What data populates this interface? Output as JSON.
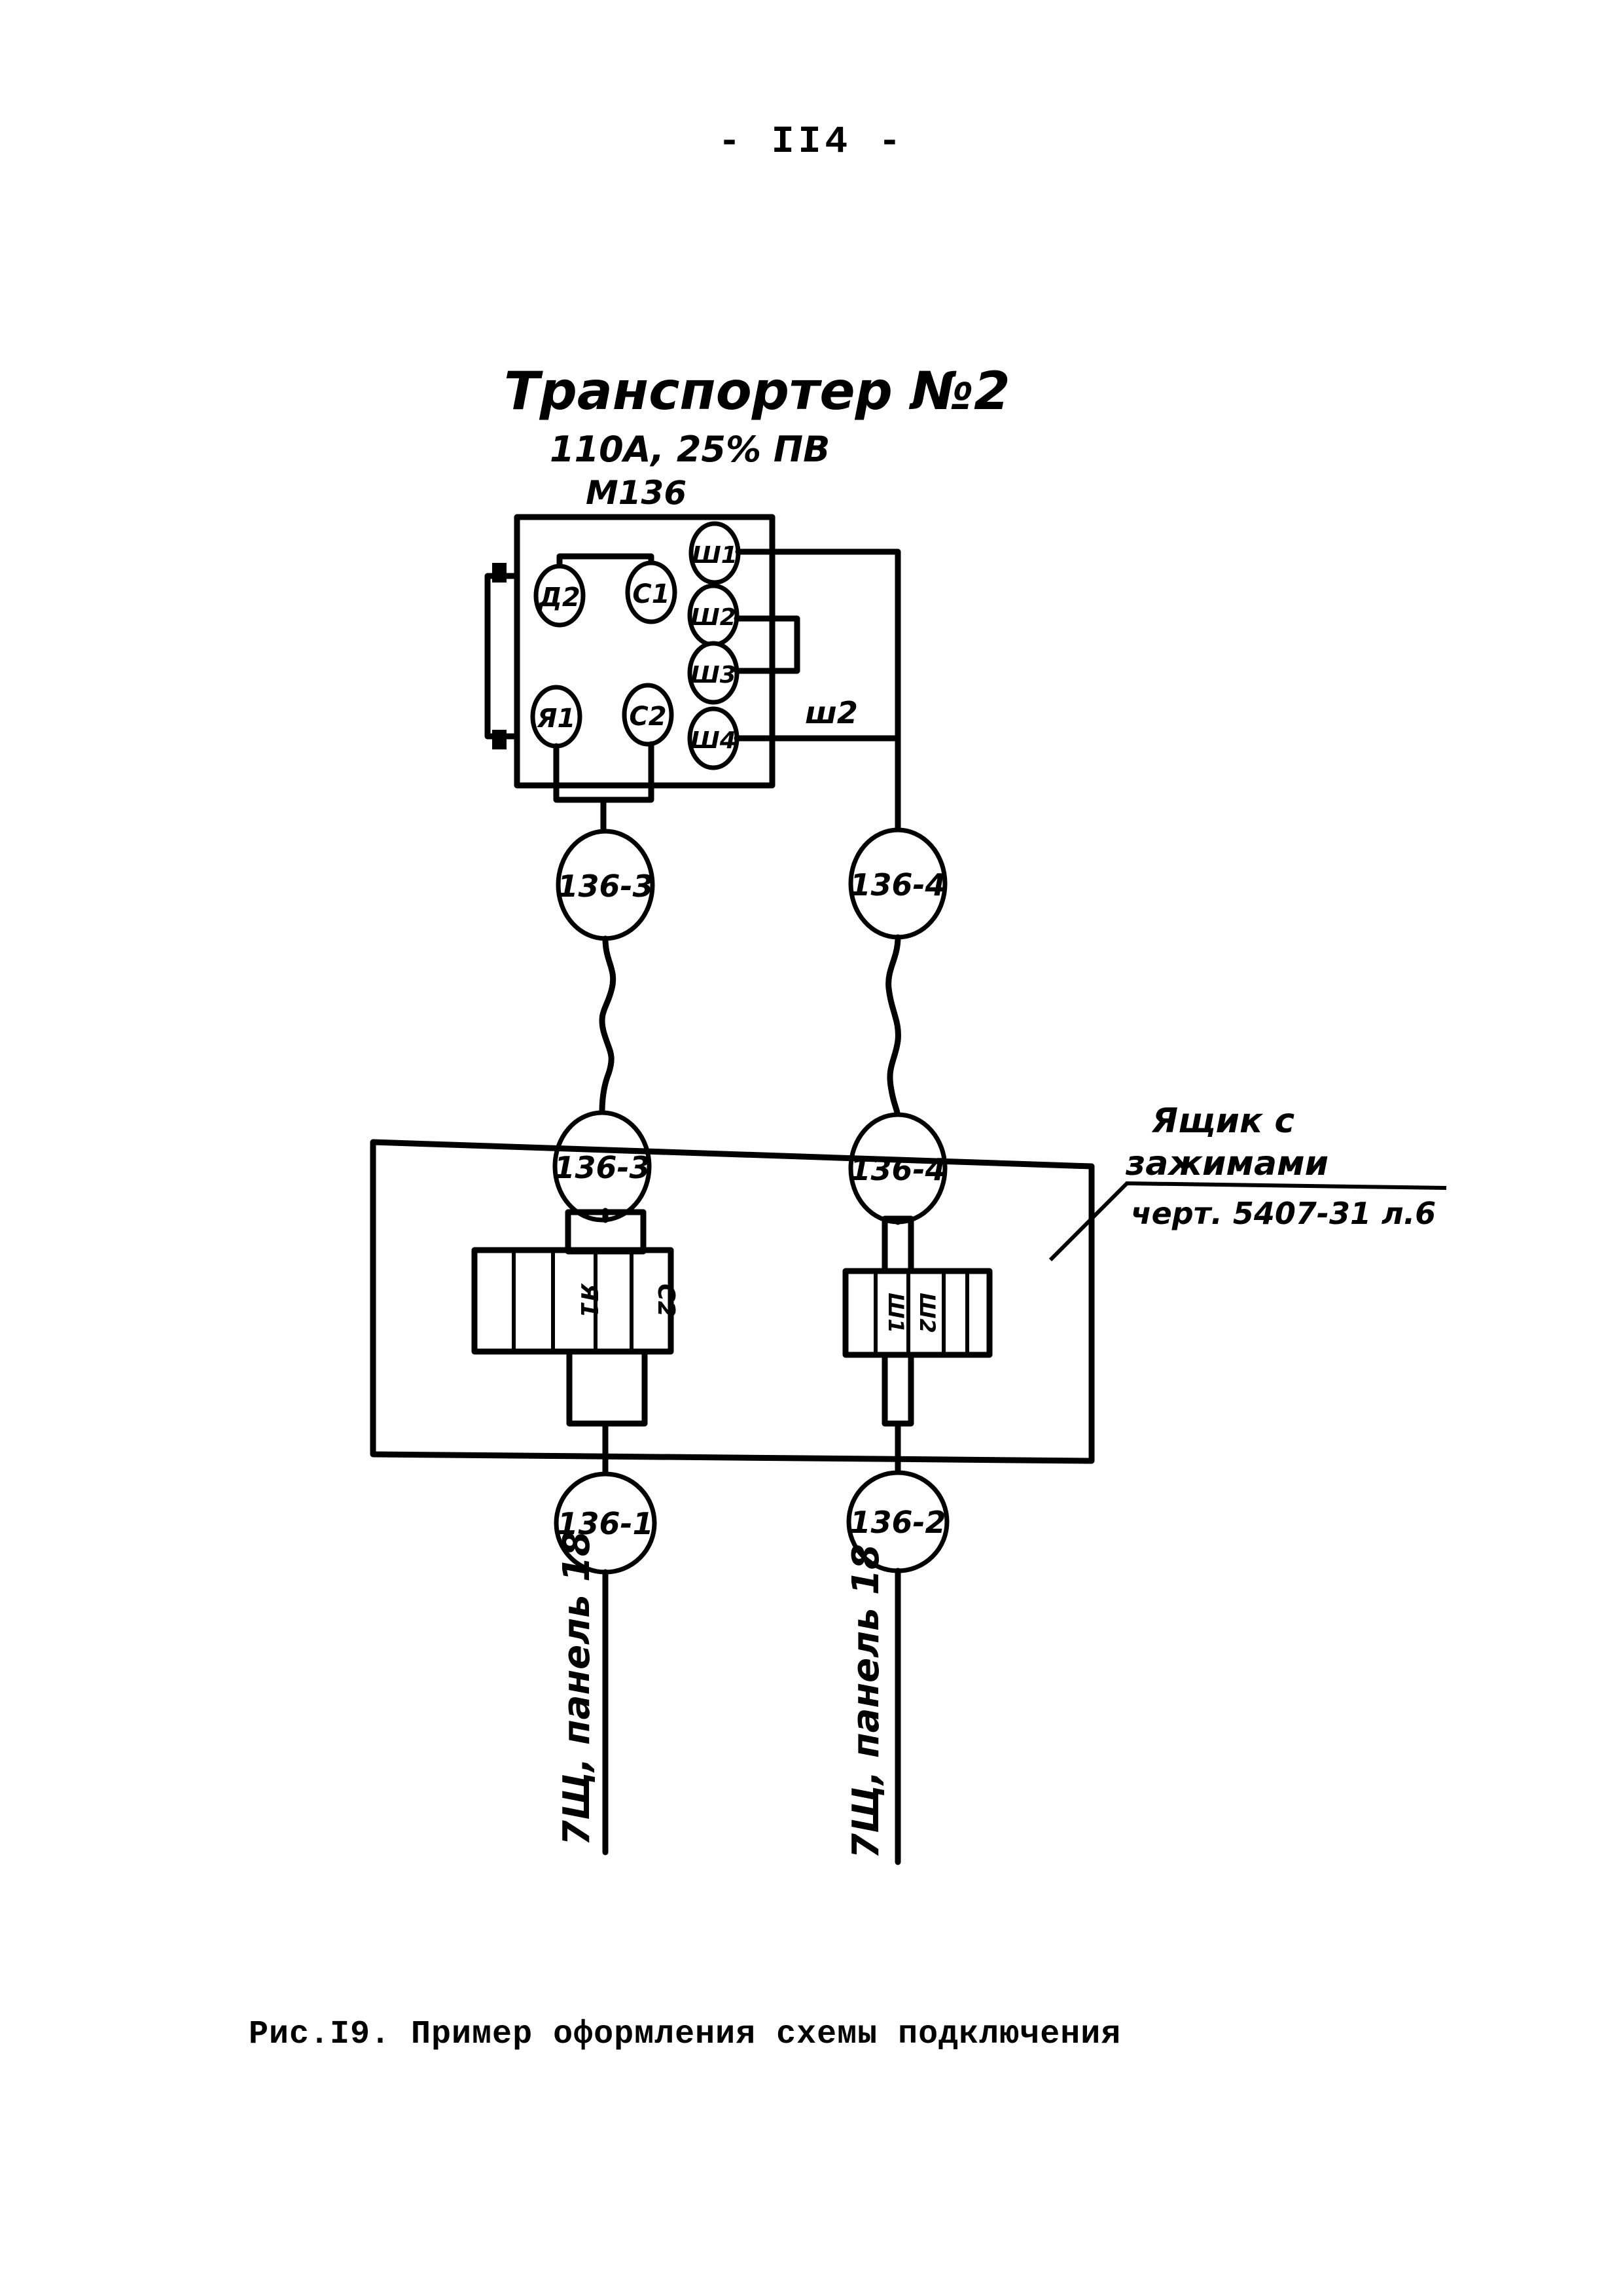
{
  "page": {
    "number": "- II4 -",
    "caption": "Рис.I9. Пример оформления схемы подключения"
  },
  "motor": {
    "title": "Транспортер №2",
    "rating": "110А, 25% ПВ",
    "designation": "М136",
    "terminals": {
      "d2": "Д2",
      "c1": "С1",
      "ya1": "Я1",
      "c2": "С2",
      "sh1": "Ш1",
      "sh2": "Ш2",
      "sh3": "Ш3",
      "sh4": "Ш4"
    },
    "wire_label": "ш2"
  },
  "cables": {
    "upper_left": "136-3",
    "upper_right": "136-4",
    "mid_left": "136-3",
    "mid_right": "136-4",
    "lower_left": "136-1",
    "lower_right": "136-2"
  },
  "junction_box": {
    "label_line1": "Ящик с",
    "label_line2": "зажимами",
    "drawing_ref": "черт. 5407-31 л.6",
    "left_block_labels": [
      "Я1",
      "С2"
    ],
    "right_block_labels": [
      "Ш1",
      "Ш2"
    ]
  },
  "destinations": {
    "left": "7Щ, панель 18",
    "right": "7Щ, панель 18"
  }
}
